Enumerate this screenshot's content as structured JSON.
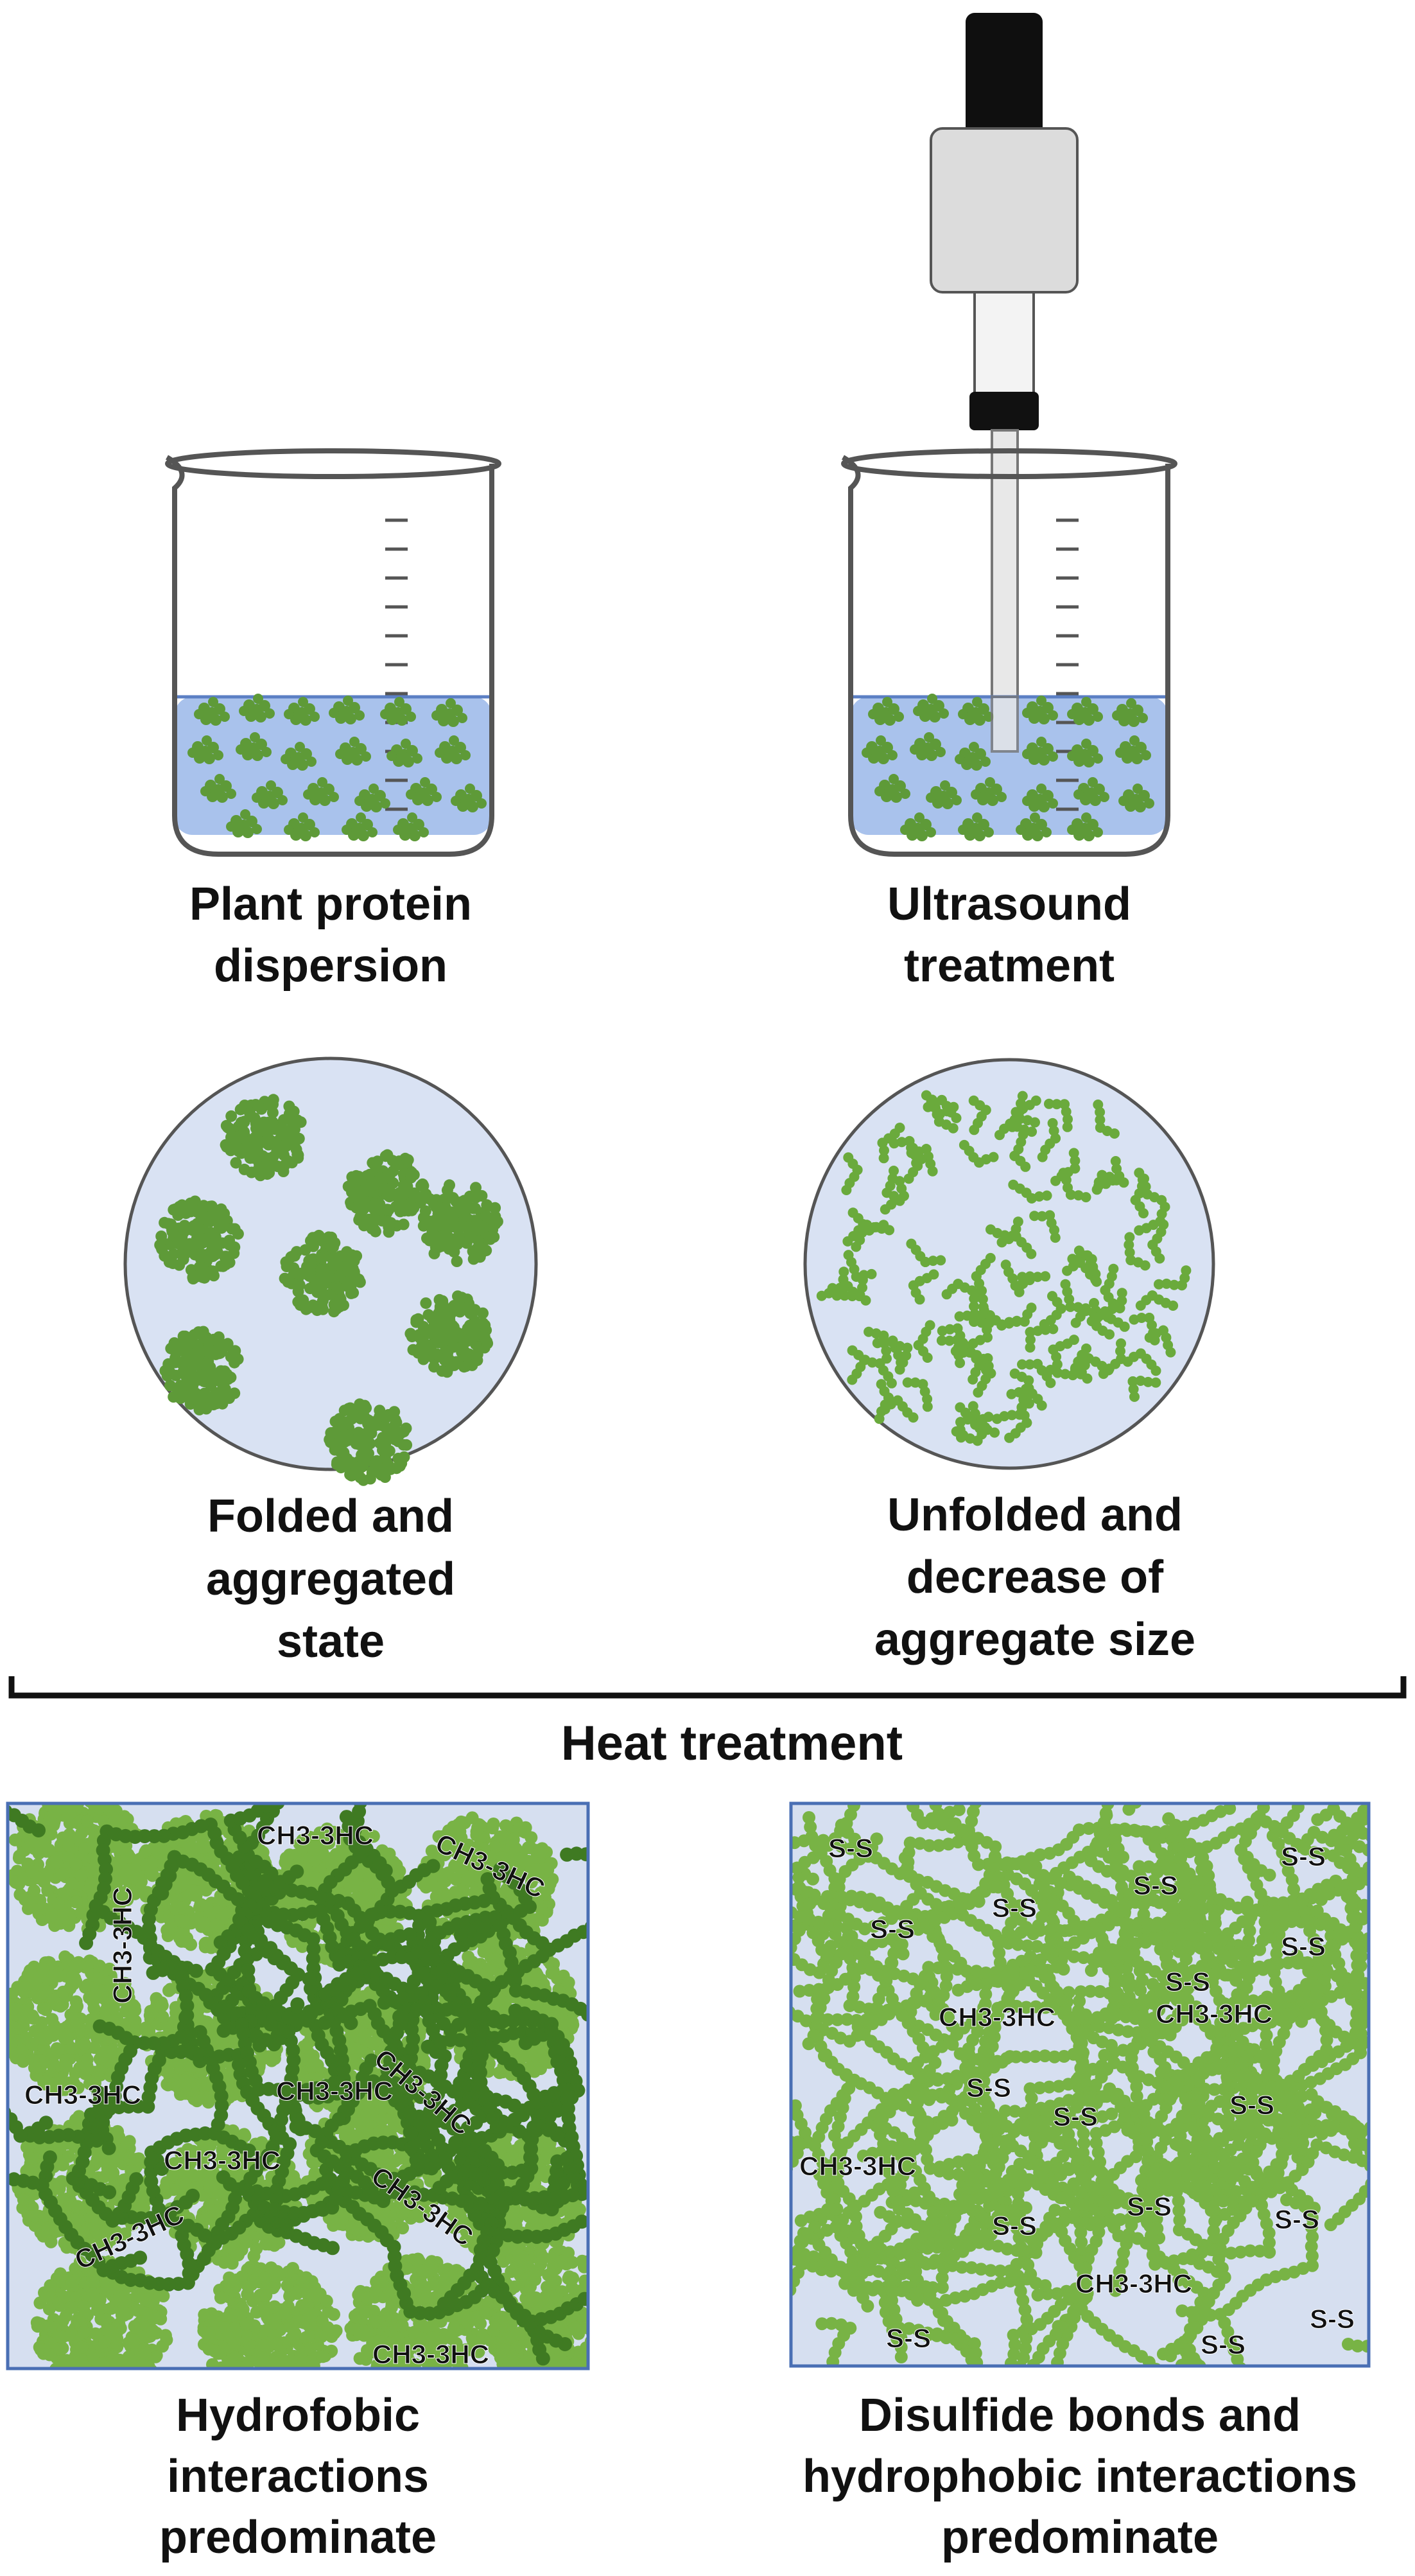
{
  "captions": {
    "beaker_left": [
      "Plant protein",
      "dispersion"
    ],
    "beaker_right": [
      "Ultrasound",
      "treatment"
    ],
    "circle_left": [
      "Folded and",
      "aggregated",
      "state"
    ],
    "circle_right": [
      "Unfolded and",
      "decrease of",
      "aggregate size"
    ],
    "bracket": "Heat treatment",
    "panel_left": [
      "Hydrofobic",
      "interactions",
      "predominate"
    ],
    "panel_right": [
      "Disulfide bonds and",
      "hydrophobic interactions",
      "predominate"
    ]
  },
  "labels": {
    "hydrophobic": "CH3-3HC",
    "disulfide": "S-S"
  },
  "colors": {
    "liquid": "#a9c2ec",
    "circle_bg": "#d9e2f3",
    "panel_bg": "#d6dff0",
    "protein_light": "#78b345",
    "protein_mid": "#5e9a38",
    "protein_dark": "#3f7a22",
    "panel_border": "#4a6fb4"
  }
}
